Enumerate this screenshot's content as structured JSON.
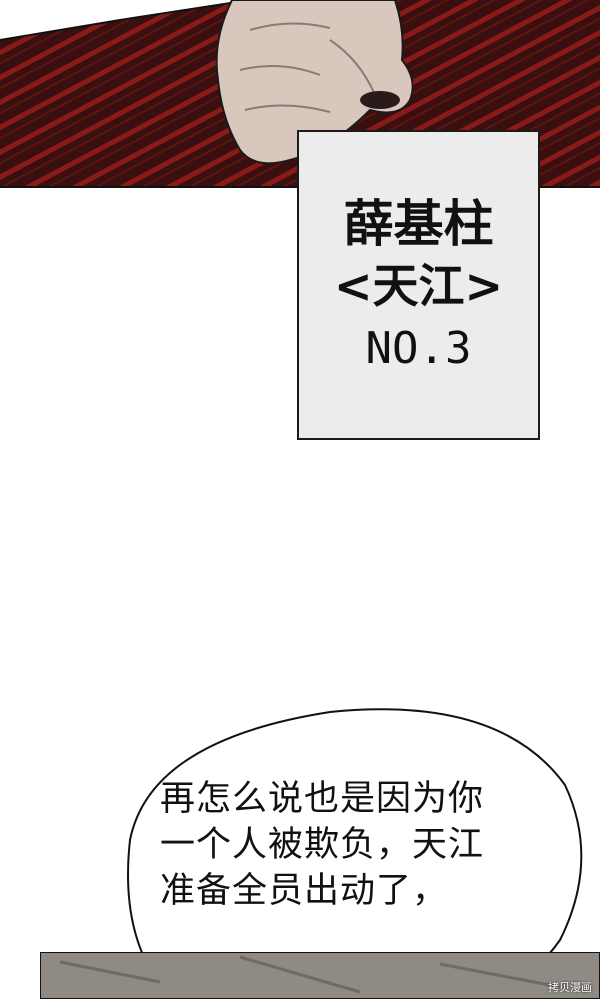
{
  "caption": {
    "name": "薛基柱",
    "group": "<天江>",
    "rank": "NO.3"
  },
  "speech_bubble": {
    "lines": [
      "再怎么说也是因为你",
      "一个人被欺负，天江",
      "准备全员出动了，"
    ]
  },
  "watermark": "拷贝漫画",
  "colors": {
    "shirt_dark": "#3a0f0f",
    "shirt_stripe": "#8a1a18",
    "skin": "#d9c7bd",
    "caption_bg": "#ececec"
  }
}
